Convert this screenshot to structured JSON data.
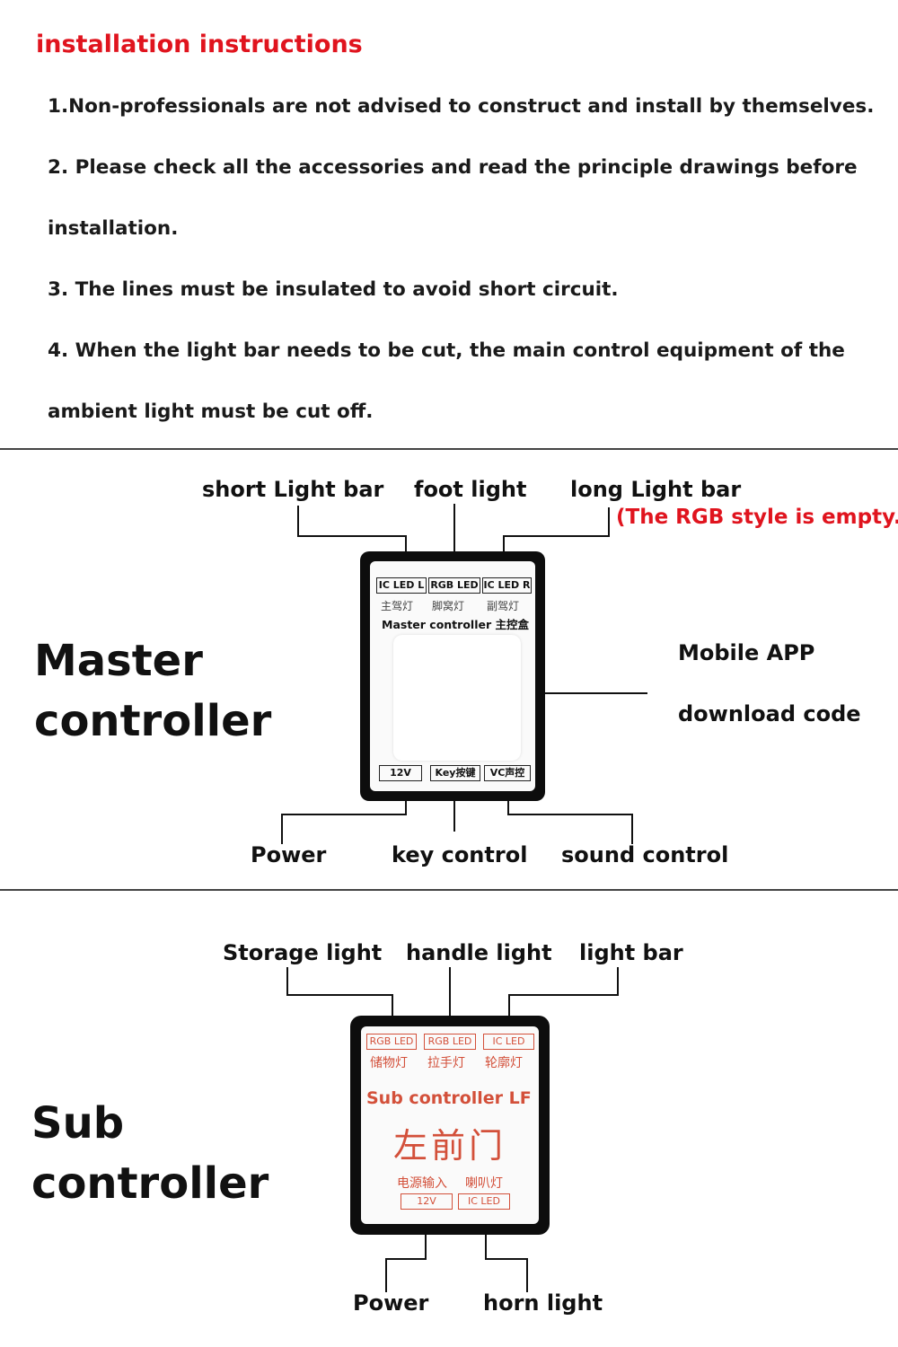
{
  "title": "installation instructions",
  "steps": [
    "1.Non-professionals are not advised to construct and install by themselves.",
    "2. Please check all the accessories and read the principle drawings before",
    "installation.",
    "3. The lines must be insulated to avoid short circuit.",
    "4. When the light bar needs to be cut, the main control equipment of the",
    "ambient light must be cut off."
  ],
  "master": {
    "heading_line1": "Master",
    "heading_line2": "controller",
    "top_labels": {
      "left": "short Light bar",
      "middle": "foot light",
      "right": "long Light bar"
    },
    "note": "(The RGB style is empty.)",
    "side_label_line1": "Mobile APP",
    "side_label_line2": "download code",
    "bottom_labels": {
      "left": "Power",
      "middle": "key control",
      "right": "sound control"
    },
    "device": {
      "top_ports": [
        "IC LED L",
        "RGB LED",
        "IC LED R"
      ],
      "top_cn": [
        "主驾灯",
        "脚窝灯",
        "副驾灯"
      ],
      "name": "Master controller 主控盒",
      "bottom_ports": [
        "12V",
        "Key按键",
        "VC声控"
      ]
    }
  },
  "sub": {
    "heading_line1": "Sub",
    "heading_line2": "controller",
    "top_labels": {
      "left": "Storage  light",
      "middle": "handle light",
      "right": "light bar"
    },
    "bottom_labels": {
      "left": "Power",
      "right": "horn light"
    },
    "device": {
      "top_ports": [
        "RGB LED",
        "RGB LED",
        "IC LED"
      ],
      "top_cn": [
        "储物灯",
        "拉手灯",
        "轮廓灯"
      ],
      "name": "Sub controller LF",
      "big_cn": "左前门",
      "bottom_cn": [
        "电源输入",
        "喇叭灯"
      ],
      "bottom_ports": [
        "12V",
        "IC LED"
      ]
    }
  },
  "colors": {
    "accent_red": "#e0141e",
    "device_red": "#d3503a",
    "device_body": "#0d0d0d"
  }
}
